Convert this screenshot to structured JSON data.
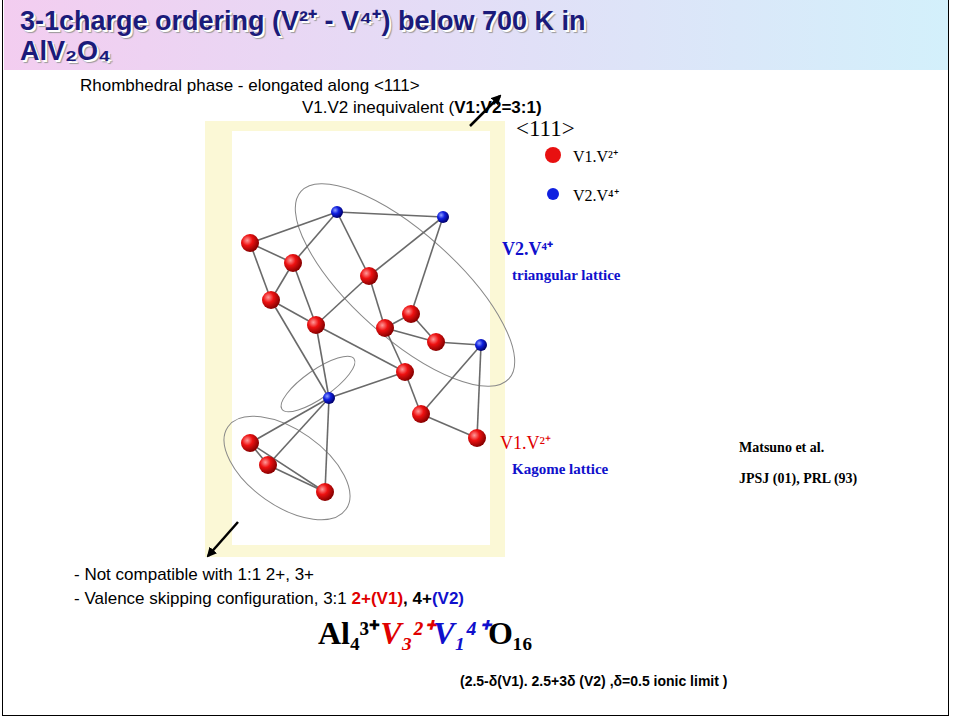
{
  "diagram": {
    "title": "3-1charge ordering (V²⁺ - V⁴⁺) below 700 K in AlV₂O₄",
    "labels": [
      "Rhombhedral phase - elongated along <111>",
      "V1.V2 inequivalent (",
      "V1:V2=3:1)",
      "<111>",
      "V2.V⁴⁺",
      "triangular lattice",
      "V1.V²⁺",
      "Kagome lattice",
      "Matsuno et al.",
      "JPSJ (01), PRL (93)",
      "- Not compatible with 1:1 2+, 3+",
      "- Valence skipping configuration, 3:1 ",
      "2+",
      "(V1)",
      ", 4+",
      "(V2)",
      "Al₄³⁺",
      "V₃²⁺",
      "V₁⁴⁺",
      "O₁₆",
      "(2.5-δ(V1). 2.5+3δ (V2) ,δ=0.5 ionic limit )"
    ],
    "legend": [
      {
        "text": "V1.V²⁺",
        "color": "#e81010"
      },
      {
        "text": "V2.V⁴⁺",
        "color": "#1020e0"
      }
    ]
  }
}
